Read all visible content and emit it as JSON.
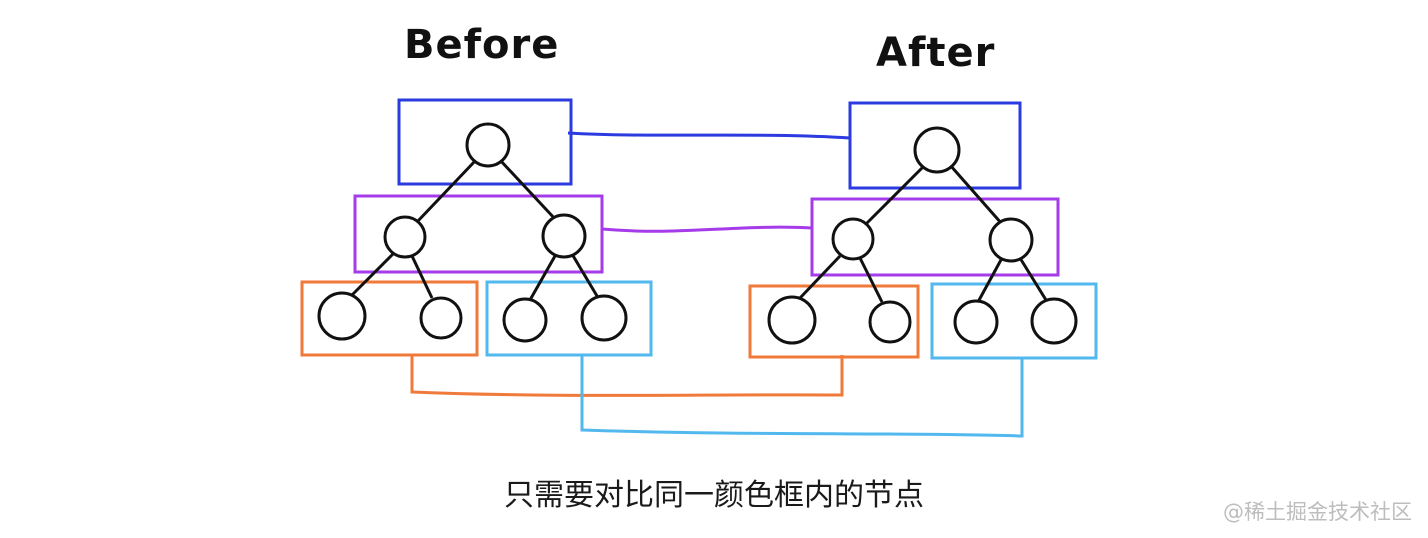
{
  "titles": {
    "before": "Before",
    "after": "After"
  },
  "caption": "只需要对比同一颜色框内的节点",
  "watermark": "@稀土掘金技术社区",
  "colors": {
    "level0": "#2b3be0",
    "level1": "#a63bea",
    "left_leaves": "#f07a3a",
    "right_leaves": "#52b8ee",
    "node_stroke": "#111111"
  }
}
